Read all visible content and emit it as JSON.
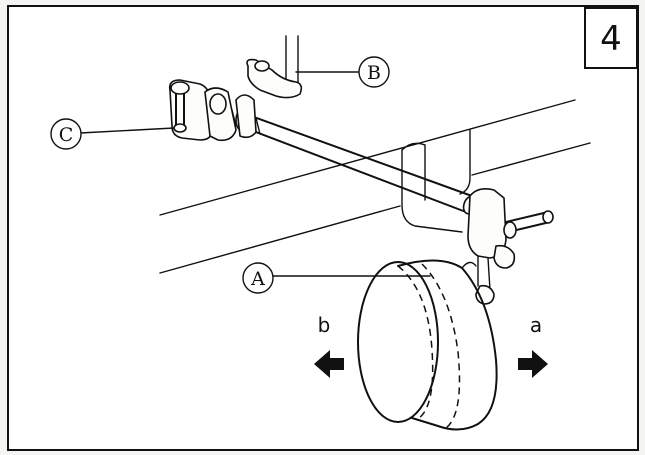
{
  "step": {
    "number": "4"
  },
  "callouts": {
    "a_upper": "A",
    "b_upper": "B",
    "c_upper": "C"
  },
  "directions": {
    "left_label": "b",
    "right_label": "a"
  }
}
